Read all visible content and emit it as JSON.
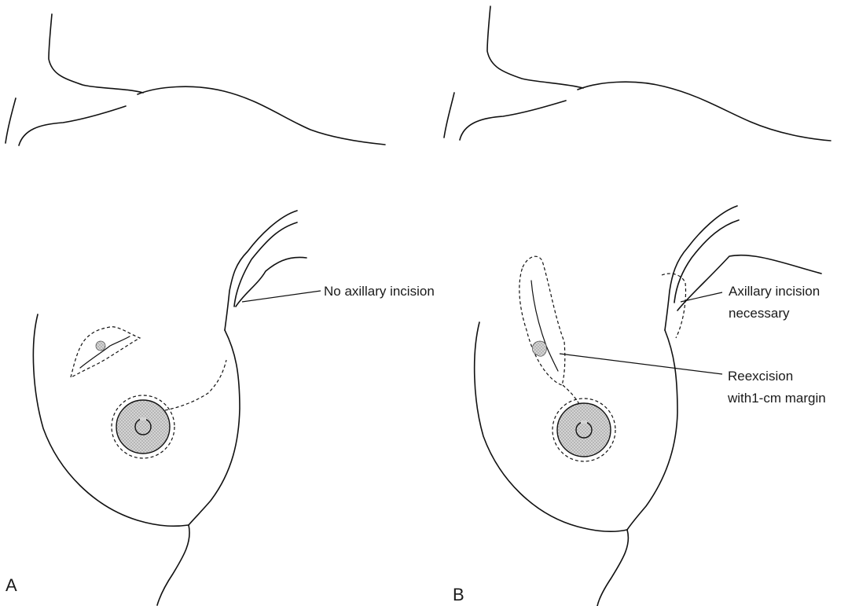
{
  "panels": [
    {
      "letter": "A",
      "callouts": [
        {
          "text": "No axillary incision"
        }
      ]
    },
    {
      "letter": "B",
      "callouts": [
        {
          "text": "Axillary incision",
          "text2": "necessary"
        },
        {
          "text": "Reexcision",
          "text2": "with1-cm margin"
        }
      ]
    }
  ],
  "colors": {
    "line": "#111111",
    "areola_fill": "#c9c9c9",
    "lesion_fill": "#9a9a9a",
    "text": "#1a1a1a"
  }
}
